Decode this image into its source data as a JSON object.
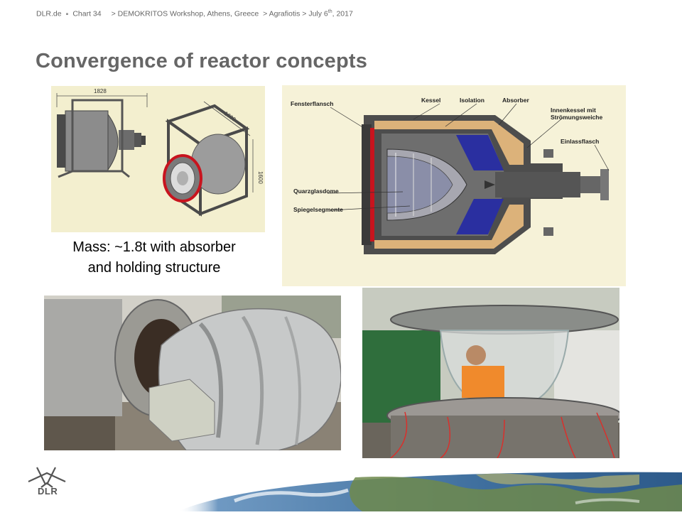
{
  "header": {
    "site": "DLR.de",
    "chart": "Chart 34",
    "event": "> DEMOKRITOS Workshop, Athens, Greece",
    "author": "> Agrafiotis",
    "date_main": "> July 6",
    "date_sup": "th",
    "date_year": ", 2017"
  },
  "title": "Convergence of reactor concepts",
  "cad": {
    "dim_width": "1828",
    "dim_depth": "1600",
    "dim_height": "1600"
  },
  "caption": {
    "line1": "Mass: ~1.8t with absorber",
    "line2": "and holding structure"
  },
  "section_labels": {
    "fensterflansch": "Fensterflansch",
    "kessel": "Kessel",
    "isolation": "Isolation",
    "absorber": "Absorber",
    "innenkessel_1": "Innenkessel mit",
    "innenkessel_2": "Strömungsweiche",
    "einlassflasch": "Einlassflasch",
    "quarzglasdome": "Quarzglasdome",
    "spiegelsegmente": "Spiegelsegmente"
  },
  "logo": {
    "text": "DLR"
  },
  "colors": {
    "title": "#666666",
    "header": "#666666",
    "insulation": "#d9b27a",
    "absorber": "#2a2fa0",
    "steel": "#5a5a5a"
  }
}
